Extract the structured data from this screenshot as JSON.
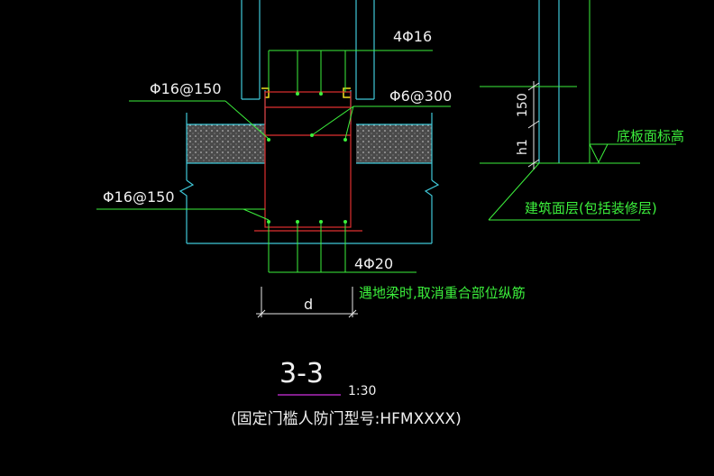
{
  "labels": {
    "rebar_top": "4Φ16",
    "rebar_left": "Φ16@150",
    "stirrup": "Φ6@300",
    "rebar_lower_left": "Φ16@150",
    "rebar_bottom": "4Φ20",
    "width_symbol": "d",
    "dim_150": "150",
    "dim_h1": "h1",
    "floor_elev": "底板面标高",
    "finish_floor": "建筑面层(包括装修层)",
    "note": "遇地梁时,取消重合部位纵筋",
    "section_title": "3-3",
    "scale": "1:30",
    "subtitle": "(固定门槛人防门型号:HFMXXXX)"
  },
  "colors": {
    "background": "#000000",
    "wall_cyan": "#3fc8d8",
    "rebar_red": "#e03030",
    "leader_green": "#3cf03c",
    "dimension_white": "#e8e8e8",
    "title_underline": "#d030e0",
    "embed_yellow": "#f0e020",
    "concrete_fill": "#5a5a5a"
  }
}
